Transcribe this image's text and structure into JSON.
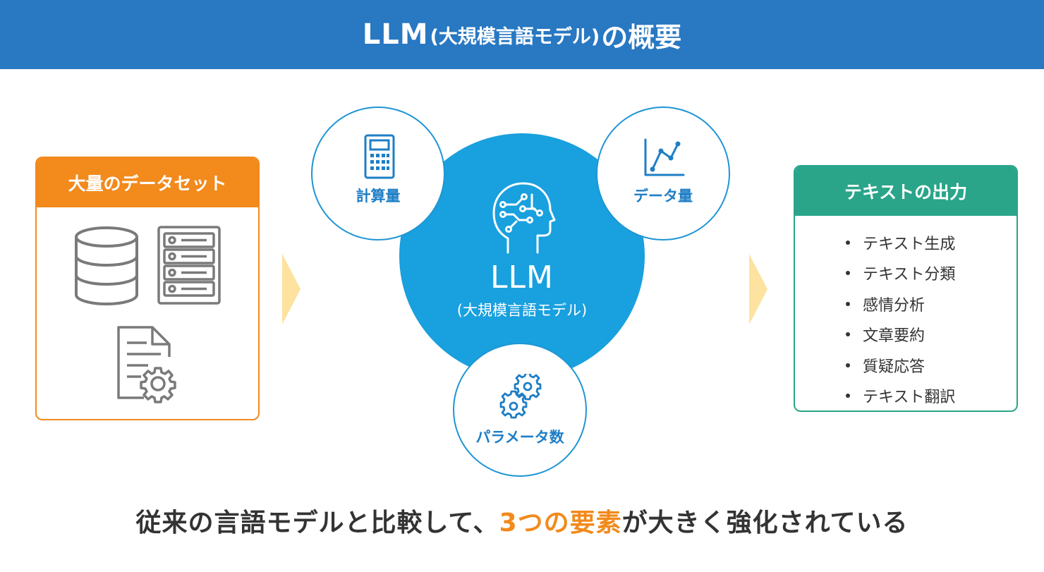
{
  "header": {
    "title_main": "LLM",
    "title_paren": "(大規模言語モデル)",
    "title_suffix": "の概要"
  },
  "input_panel": {
    "title": "大量のデータセット",
    "icons": [
      "database-icon",
      "server-rack-icon",
      "document-settings-icon"
    ]
  },
  "center": {
    "title": "LLM",
    "subtitle": "(大規模言語モデル)",
    "icon": "ai-brain-head-icon"
  },
  "factors": [
    {
      "label": "計算量",
      "icon": "calculator-icon"
    },
    {
      "label": "データ量",
      "icon": "line-chart-icon"
    },
    {
      "label": "パラメータ数",
      "icon": "gears-icon"
    }
  ],
  "output_panel": {
    "title": "テキストの出力",
    "items": [
      "テキスト生成",
      "テキスト分類",
      "感情分析",
      "文章要約",
      "質疑応答",
      "テキスト翻訳"
    ]
  },
  "footer": {
    "prefix": "従来の言語モデルと比較して、",
    "highlight": "3つの要素",
    "suffix": "が大きく強化されている"
  },
  "colors": {
    "header_bg": "#2878c2",
    "orange": "#f28a1c",
    "green": "#2aa589",
    "circle_blue": "#19a0de",
    "arrow": "#fde2a0",
    "text": "#333333"
  }
}
